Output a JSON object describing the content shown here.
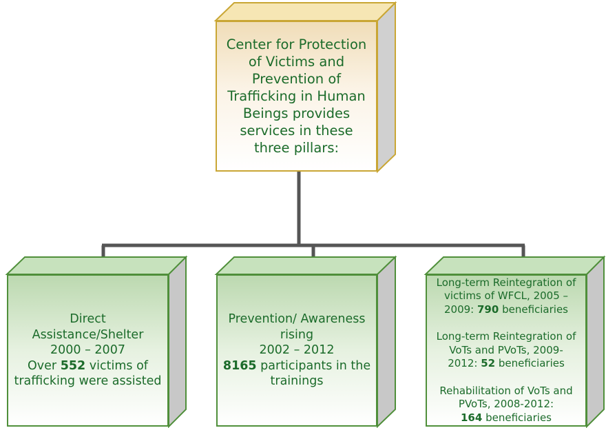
{
  "top_box": {
    "lines": [
      "Center for Protection",
      "of Victims and",
      "Prevention of",
      "Trafficking in Human",
      "Beings provides",
      "services in these",
      "three pillars:"
    ]
  },
  "pillar1": {
    "line1": "Direct",
    "line2": "Assistance/Shelter",
    "line3": "2000 – 2007",
    "line4_pre": "Over ",
    "line4_bold": "552",
    "line4_post": " victims of",
    "line5": "trafficking were assisted"
  },
  "pillar2": {
    "line1": "Prevention/ Awareness",
    "line2": "rising",
    "line3": "2002 – 2012",
    "line4_bold": "8165",
    "line4_post": " participants in the",
    "line5": "trainings"
  },
  "pillar3": {
    "item1_line1": "Long-term Reintegration of",
    "item1_line2": "victims of WFCL, 2005 –",
    "item1_line3_pre": "2009: ",
    "item1_line3_bold": "790",
    "item1_line3_post": " beneficiaries",
    "item2_line1": "Long-term Reintegration of",
    "item2_line2": "VoTs and PVoTs, 2009-",
    "item2_line3_pre": "2012: ",
    "item2_line3_bold": "52",
    "item2_line3_post": " beneficiaries",
    "item3_line1": "Rehabilitation of VoTs and",
    "item3_line2": "PVoTs, 2008-2012:",
    "item3_line3_bold": "164",
    "item3_line3_post": " beneficiaries"
  },
  "colors": {
    "text": "#1b6b2a",
    "top_border": "#c9a634",
    "green_border": "#4f8f3a",
    "connector": "#555555"
  }
}
